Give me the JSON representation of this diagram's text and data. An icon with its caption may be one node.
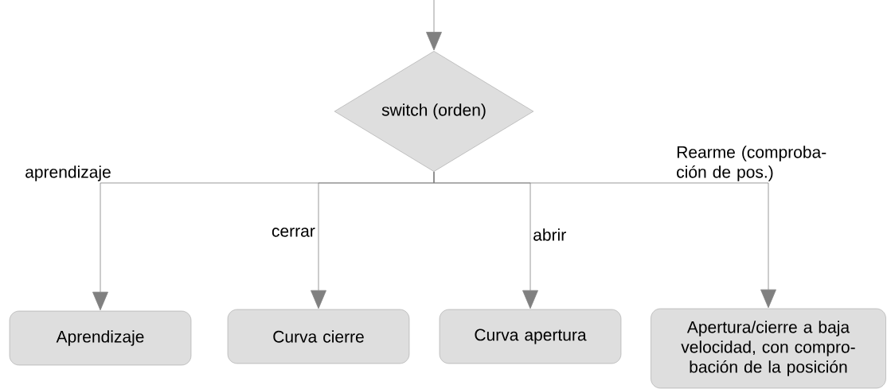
{
  "diagram": {
    "nodes": [
      {
        "text": [
          "switch (orden)"
        ]
      },
      {
        "text": [
          "Aprendizaje"
        ]
      },
      {
        "text": [
          "Curva cierre"
        ]
      },
      {
        "text": [
          "Curva apertura"
        ]
      },
      {
        "text": [
          "Apertura/cierre a baja velocidad, con compro- bación de la posición"
        ]
      }
    ],
    "edges": [
      {
        "from": null,
        "to": 0,
        "arrow": "to"
      },
      {
        "from": 0,
        "to": 1,
        "arrow": "to",
        "label": "aprendizaje"
      },
      {
        "from": 0,
        "to": 2,
        "arrow": "to",
        "label": "cerrar"
      },
      {
        "from": 0,
        "to": 3,
        "arrow": "to",
        "label": "abrir"
      },
      {
        "from": 0,
        "to": 4,
        "arrow": "to",
        "label": "Rearme (comproba- ción de pos.)"
      }
    ]
  }
}
